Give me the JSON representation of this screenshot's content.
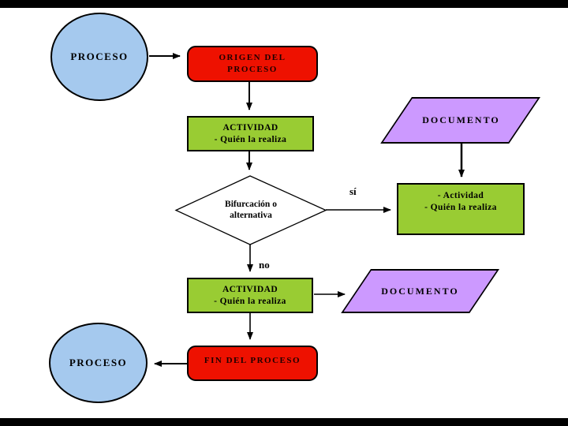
{
  "palette": {
    "background": "#ffffff",
    "letterbox": "#000000",
    "start_end_fill": "#a5c9ee",
    "terminator_fill": "#ee1100",
    "activity_fill": "#99cc33",
    "document_fill": "#cc99ff",
    "decision_fill": "#ffffff",
    "connector_color": "#000000"
  },
  "nodes": {
    "start_circle": {
      "label": "PROCESO"
    },
    "origen": {
      "line1": "ORIGEN DEL",
      "line2": "PROCESO"
    },
    "actividad1": {
      "line1": "ACTIVIDAD",
      "line2": "- Quién la realiza"
    },
    "decision": {
      "line1": "Bifurcación o",
      "line2": "alternativa"
    },
    "documento1": {
      "label": "DOCUMENTO"
    },
    "actividad2": {
      "line1": "- Actividad",
      "line2": "- Quién la realiza"
    },
    "actividad3": {
      "line1": "ACTIVIDAD",
      "line2": "- Quién la realiza"
    },
    "documento2": {
      "label": "DOCUMENTO"
    },
    "fin": {
      "label": "FIN DEL PROCESO"
    },
    "end_circle": {
      "label": "PROCESO"
    }
  },
  "edge_labels": {
    "si": "sí",
    "no": "no"
  }
}
